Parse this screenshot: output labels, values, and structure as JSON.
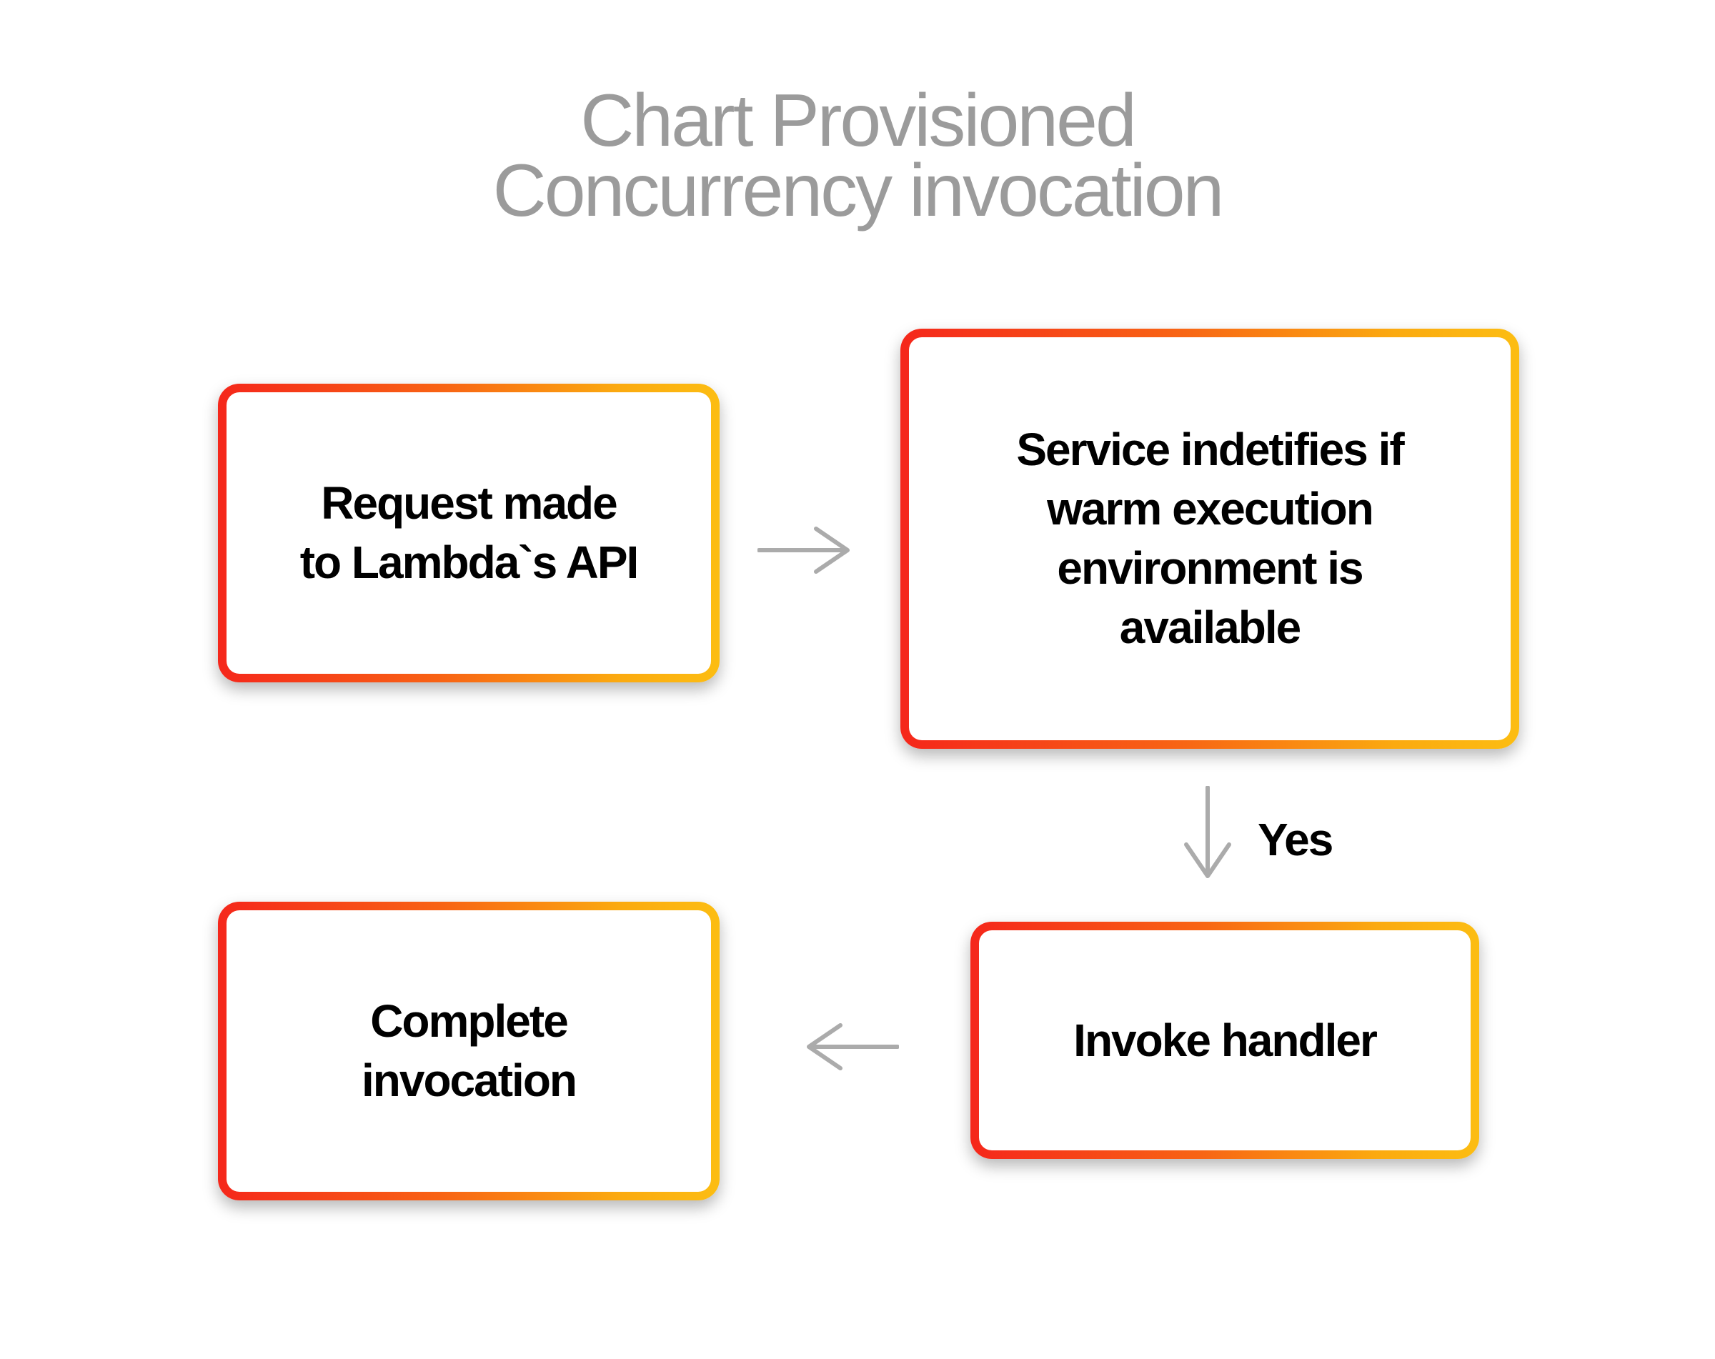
{
  "title": {
    "line1": "Chart Provisioned",
    "line2": "Concurrency invocation"
  },
  "nodes": {
    "request": "Request made\nto Lambda`s API",
    "service": "Service indetifies if\nwarm execution\nenvironment is\navailable",
    "invoke": "Invoke handler",
    "complete": "Complete\ninvocation"
  },
  "edges": {
    "service_to_invoke_label": "Yes"
  },
  "colors": {
    "border_gradient_start": "#f5271b",
    "border_gradient_end": "#fcbd12",
    "title": "#9b9b9b",
    "arrow": "#ababab"
  }
}
